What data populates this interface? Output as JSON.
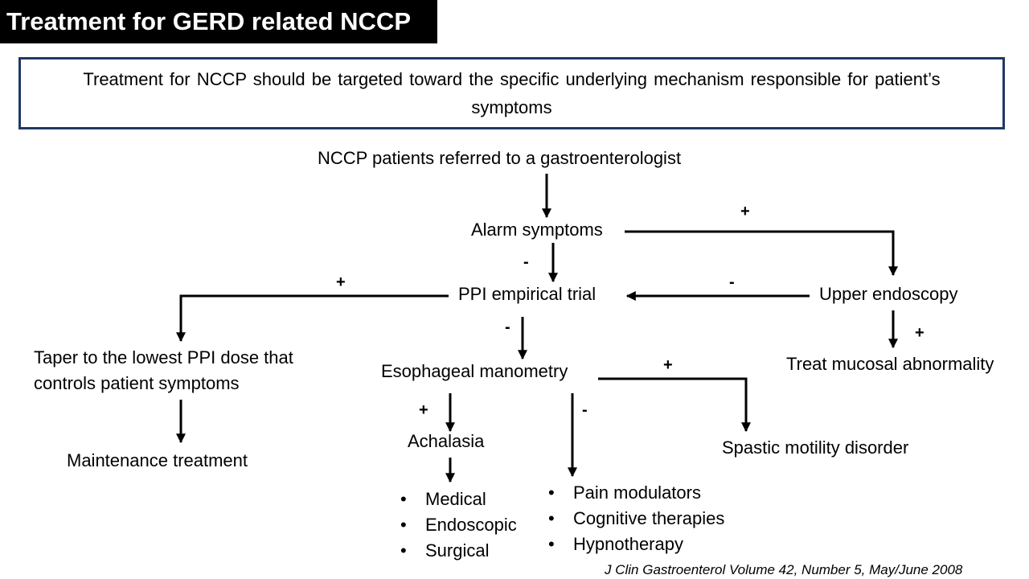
{
  "slide": {
    "title": "Treatment for GERD related NCCP",
    "intro": "Treatment for NCCP should be targeted toward the specific underlying mechanism responsible for patient’s symptoms",
    "citation": "J Clin Gastroenterol  Volume 42, Number 5, May/June 2008"
  },
  "flow": {
    "start": "NCCP patients referred to a gastroenterologist",
    "alarm": "Alarm symptoms",
    "ppi_trial": "PPI empirical trial",
    "endoscopy": "Upper endoscopy",
    "treat_mucosal": "Treat mucosal abnormality",
    "taper_line1": "Taper to the lowest PPI dose that",
    "taper_line2": "controls patient symptoms",
    "maintenance": "Maintenance treatment",
    "manometry": "Esophageal manometry",
    "achalasia": "Achalasia",
    "spastic": "Spastic motility disorder",
    "achalasia_options": [
      "Medical",
      "Endoscopic",
      "Surgical"
    ],
    "normal_options": [
      "Pain modulators",
      "Cognitive therapies",
      "Hypnotherapy"
    ]
  },
  "signs": {
    "positive": "+",
    "negative": "-"
  }
}
